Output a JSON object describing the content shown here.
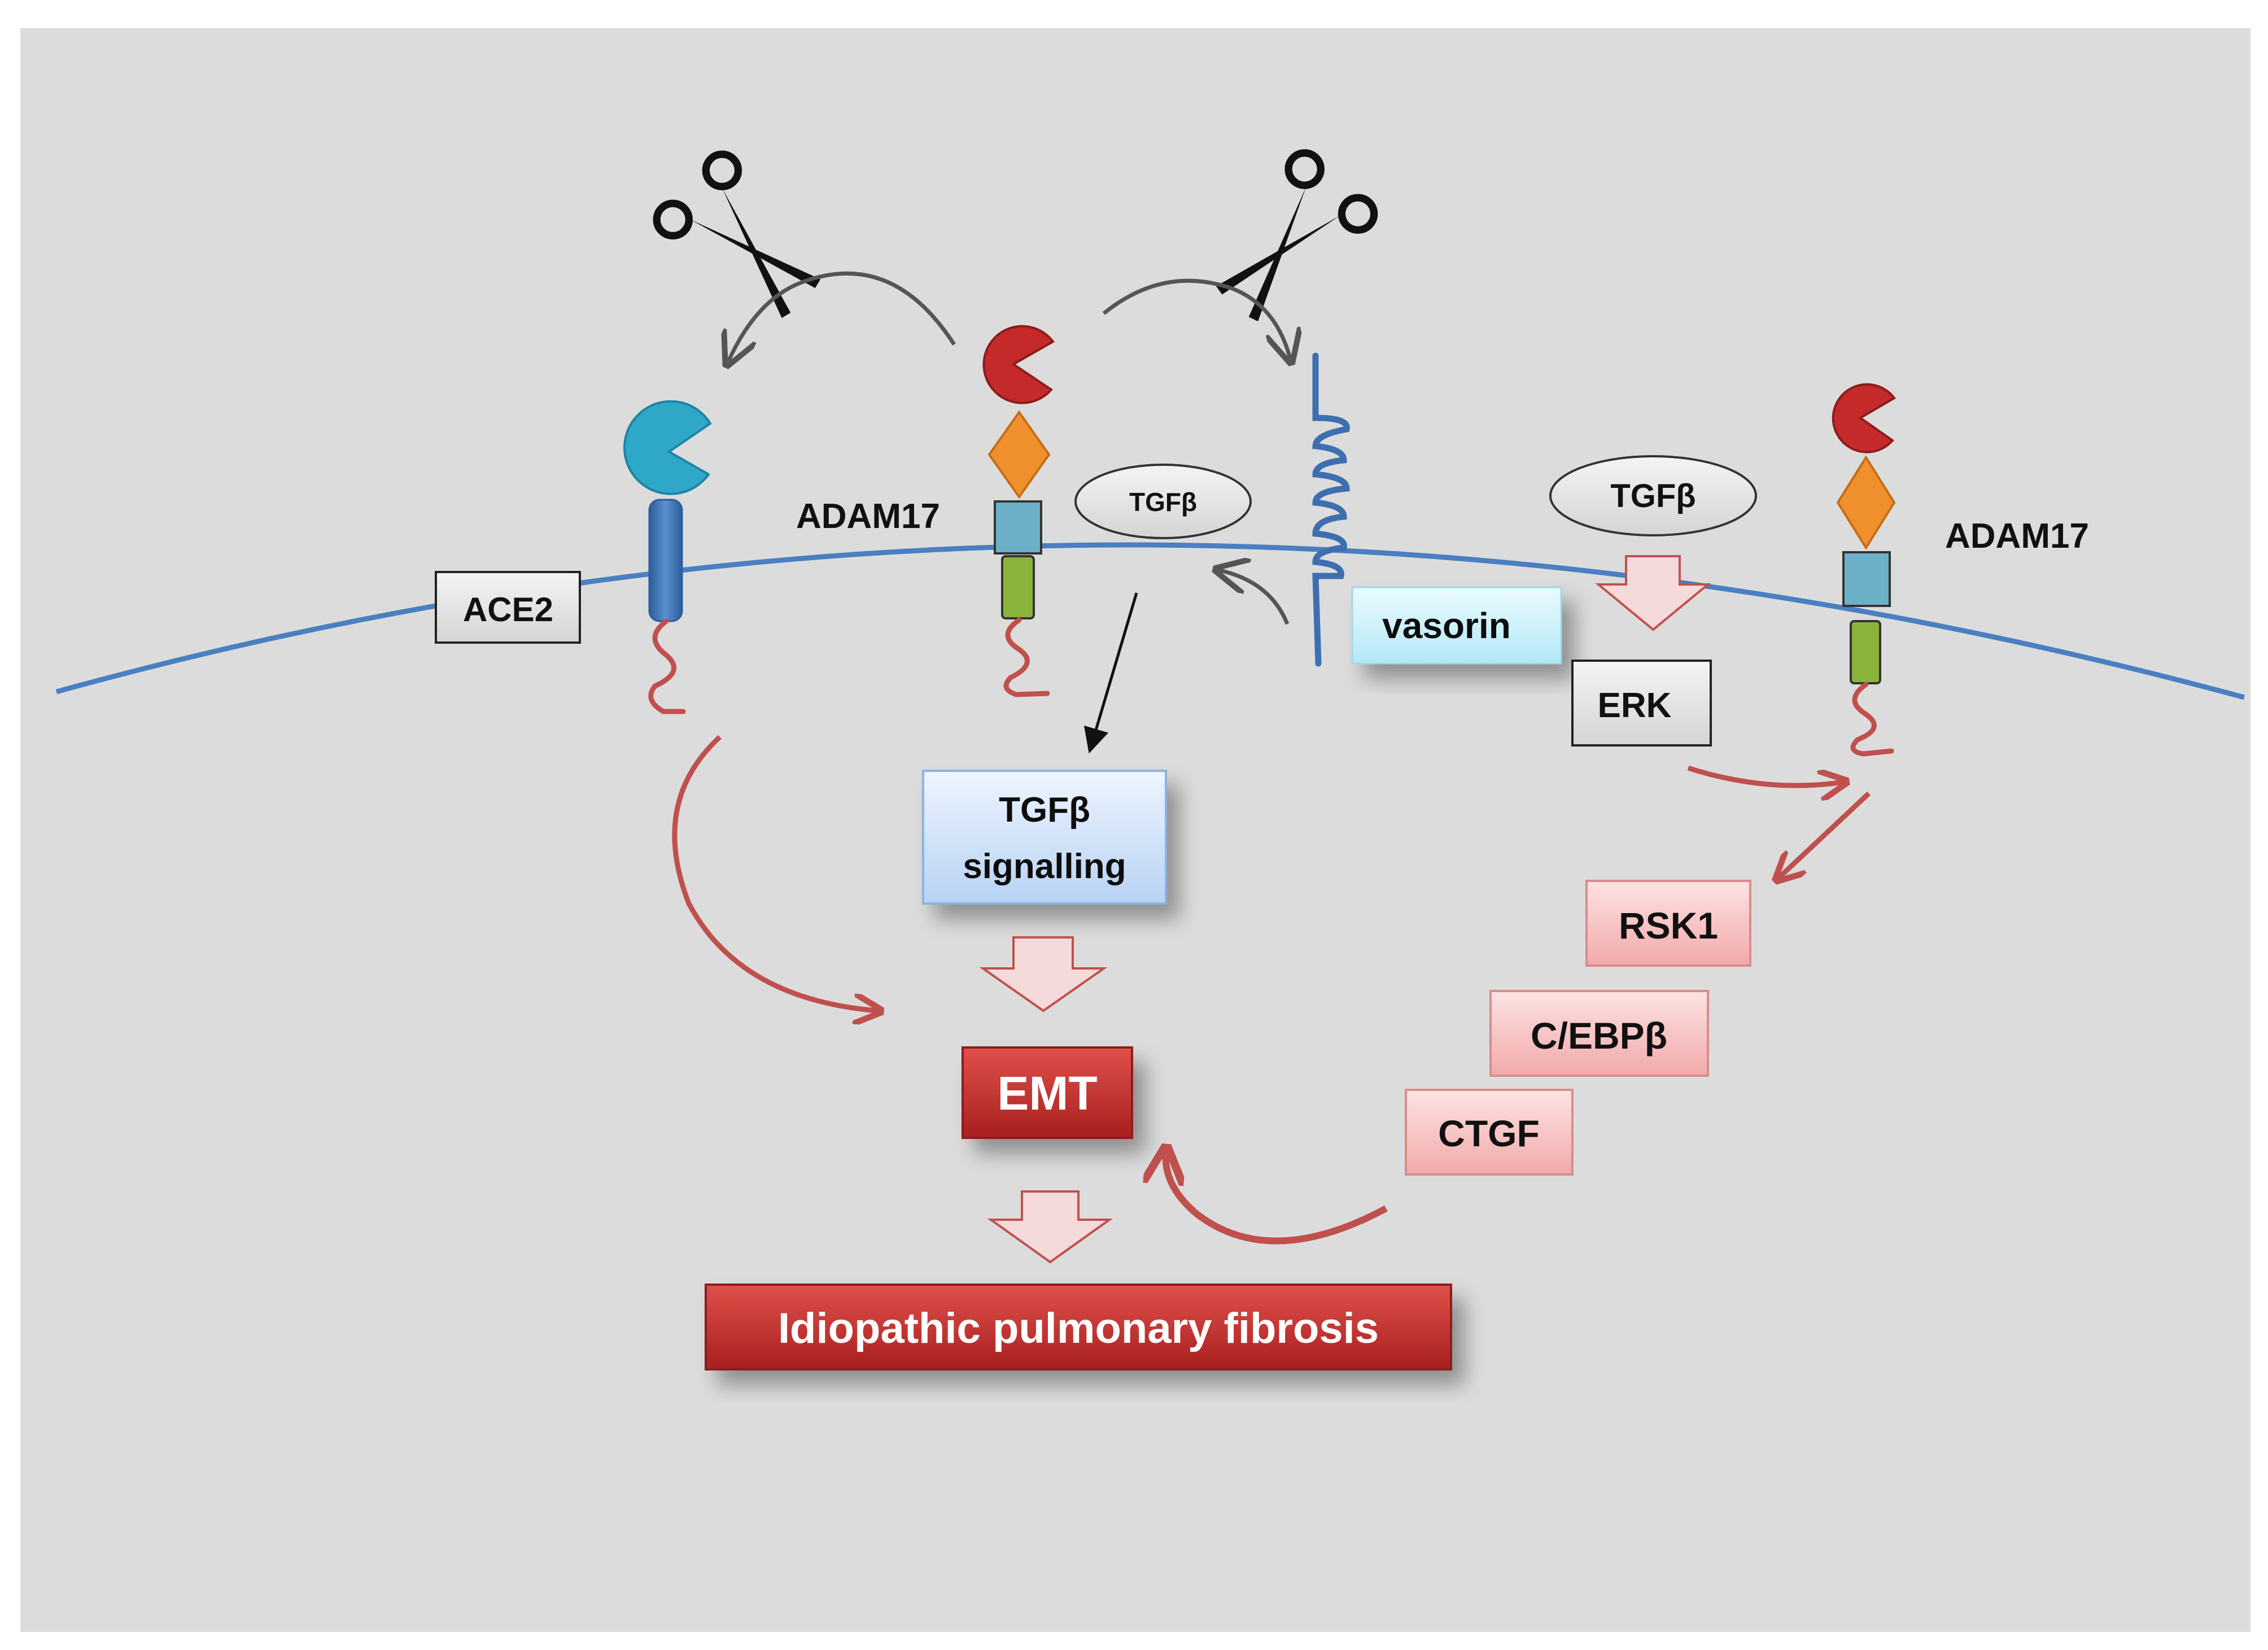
{
  "labels": {
    "adam17_left": "ADAM17",
    "adam17_right": "ADAM17",
    "ace2": "ACE2",
    "tgfb_left": "TGFβ",
    "tgfb_right": "TGFβ",
    "vasorin": "vasorin",
    "erk": "ERK",
    "tgfb_signalling_line1": "TGFβ",
    "tgfb_signalling_line2": "signalling",
    "rsk1": "RSK1",
    "cebpb": "C/EBPβ",
    "ctgf": "CTGF",
    "emt": "EMT",
    "ipf": "Idiopathic pulmonary fibrosis"
  },
  "icons": {
    "scissors": "scissors-icon",
    "pacman_ace2": "pacman-ace2-icon",
    "pacman_adam17": "pacman-adam17-icon",
    "diamond": "diamond-icon"
  },
  "colors": {
    "background": "#dcdcdc",
    "membrane": "#4a7fc1",
    "ace2_pacman": "#2ea7c9",
    "ace2_stalk": "#3d6fb0",
    "adam17_pacman": "#c42a2a",
    "adam17_diamond": "#f0902c",
    "adam17_square": "#6bb0c8",
    "adam17_rod": "#8ab33a",
    "tail": "#c0504d",
    "grey_arrow": "#555555",
    "red_arrow": "#c0504d",
    "emt_box": "#c53030",
    "ipf_box": "#c53030",
    "pink_box": "#f7c6c6",
    "vasorin_box": "#cff1fb",
    "signalling_box": "#d6e6fa"
  }
}
